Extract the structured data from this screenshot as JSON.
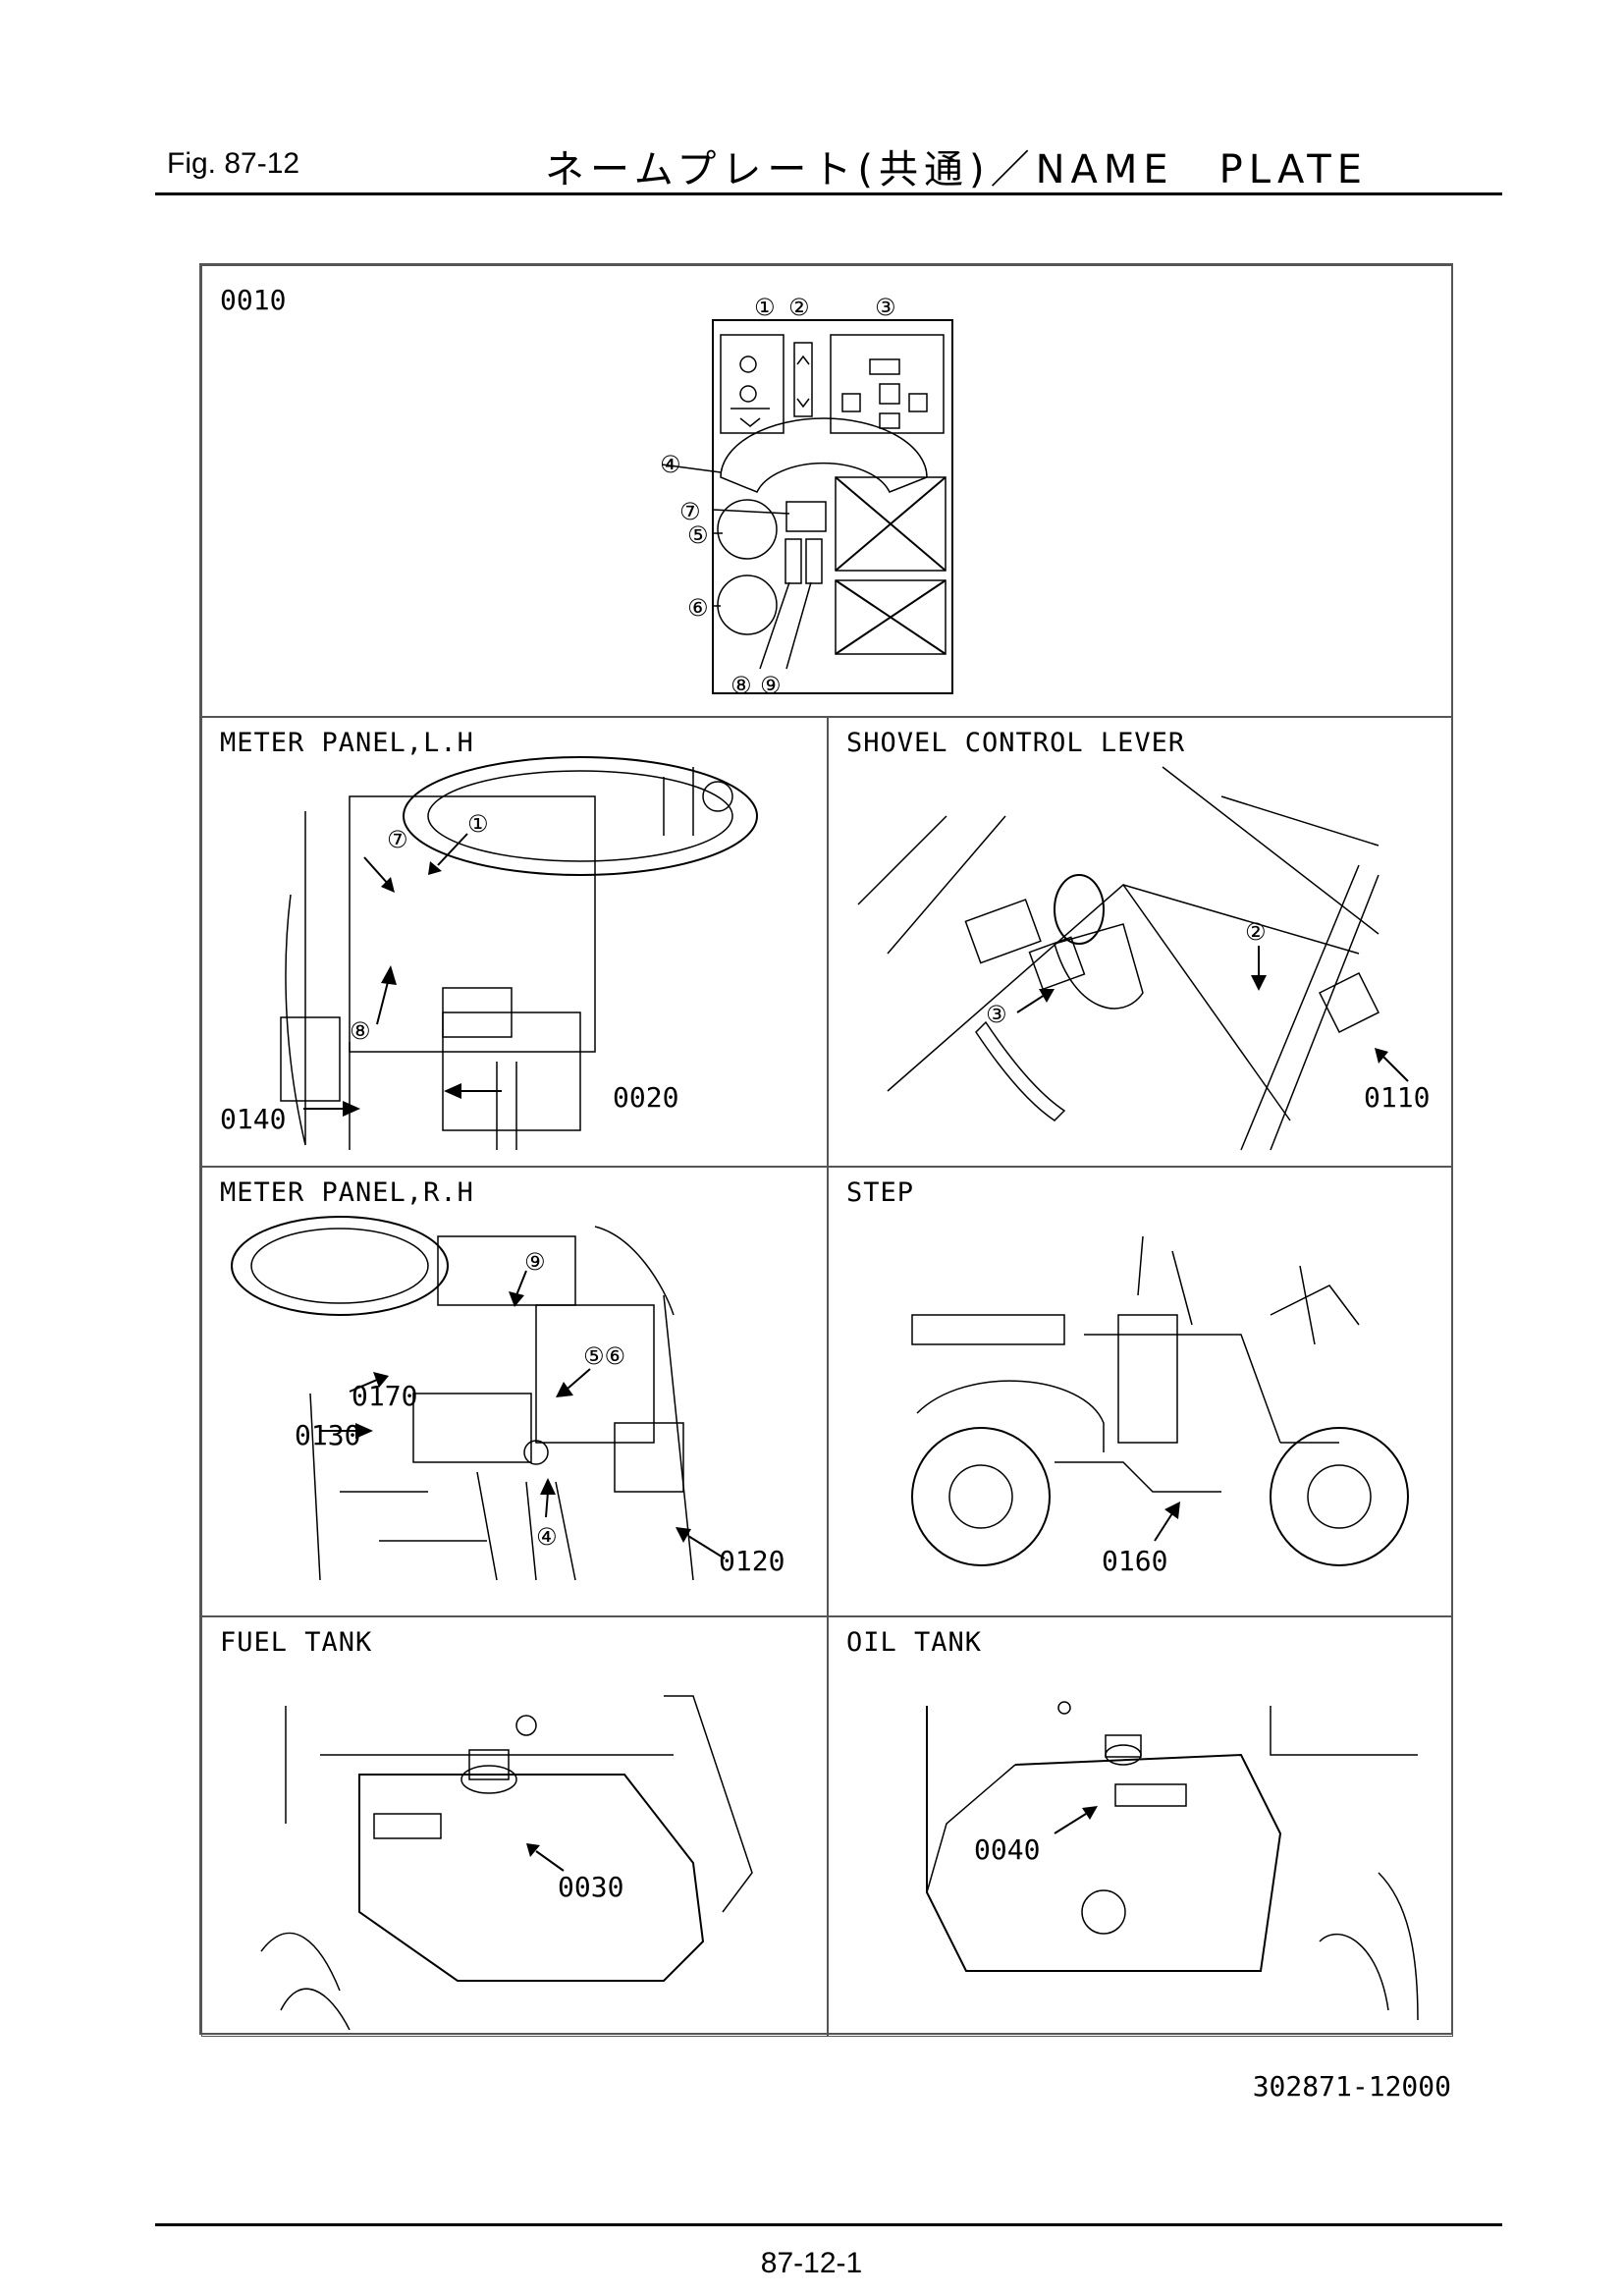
{
  "header": {
    "figure": "Fig.  87-12",
    "title": "ネームプレート(共通)／NAME　PLATE"
  },
  "panels": {
    "top": {
      "code": "0010",
      "circles": [
        "①",
        "②",
        "③",
        "④",
        "⑤",
        "⑥",
        "⑦",
        "⑧",
        "⑨"
      ]
    },
    "meter_lh": {
      "title": "METER PANEL,L.H",
      "callouts": [
        "0020",
        "0140"
      ],
      "circles": [
        "⑦",
        "①",
        "⑧"
      ]
    },
    "shovel": {
      "title": "SHOVEL CONTROL LEVER",
      "callouts": [
        "0110"
      ],
      "circles": [
        "③",
        "②"
      ]
    },
    "meter_rh": {
      "title": "METER PANEL,R.H",
      "callouts": [
        "0170",
        "0130",
        "0120"
      ],
      "circles": [
        "⑨",
        "⑤⑥",
        "④"
      ]
    },
    "step": {
      "title": "STEP",
      "callouts": [
        "0160"
      ]
    },
    "fuel": {
      "title": "FUEL TANK",
      "callouts": [
        "0030"
      ]
    },
    "oil": {
      "title": "OIL TANK",
      "callouts": [
        "0040"
      ]
    }
  },
  "footer": {
    "part_number": "302871-12000",
    "page": "87-12-1"
  }
}
